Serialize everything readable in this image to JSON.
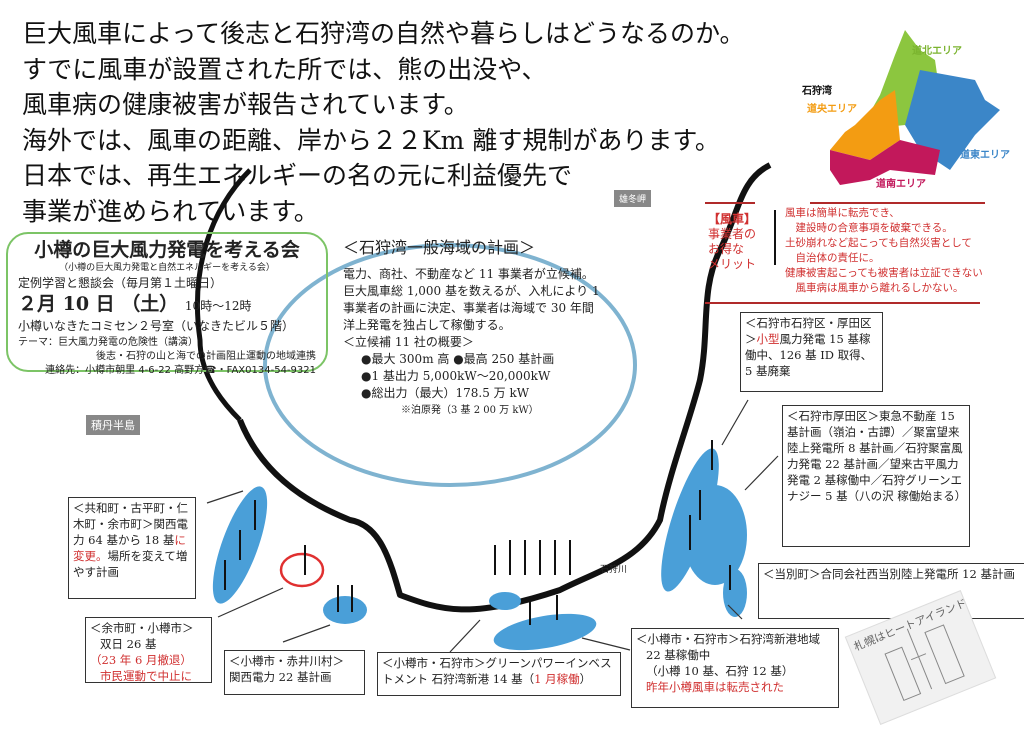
{
  "headline": [
    "巨大風車によって後志と石狩湾の自然や暮らしはどうなるのか。",
    "すでに風車が設置された所では、熊の出没や、",
    "風車病の健康被害が報告されています。",
    "海外では、風車の距離、岸から２２Km 離す規制があります。",
    "日本では、再生エネルギーの名の元に利益優先で",
    "事業が進められています。"
  ],
  "event": {
    "title": "小樽の巨大風力発電を考える会",
    "subtitle": "（小樽の巨大風力発電と自然エネルギーを考える会）",
    "meeting": "定例学習と懇談会（毎月第１土曜日）",
    "date": "２月 10 日 （土）",
    "time": "10時～12時",
    "venue": "小樽いなきたコミセン２号室（いなきたビル５階）",
    "theme": "テーマ：巨大風力発電の危険性（講演）",
    "org": "後志・石狩の山と海での計画阻止運動の地域連携",
    "contact": "連絡先：小樽市朝里 4-6-22 高野方☎・FAX0134-54-9321"
  },
  "plan": {
    "heading": "＜石狩湾一般海域の計画＞",
    "body": [
      "電力、商社、不動産など 11 事業者が立候補。",
      "巨大風車総 1,000 基を数えるが、入札により 1",
      "事業者の計画に決定、事業者は海域で 30 年間",
      "洋上発電を独占して稼働する。"
    ],
    "sub": "＜立候補 11 社の概要＞",
    "bullets": [
      "●最大 300m 高 ●最高 250 基計画",
      "●1 基出力 5,000kW～20,000kW",
      "●総出力（最大）178.5 万 kW"
    ],
    "note": "※泊原発（3 基 2 00 万 kW）"
  },
  "merit": {
    "label": [
      "【風車】",
      "事業者の",
      "お得な",
      "メリット"
    ],
    "points": [
      "風車は簡単に転売でき、",
      "　建設時の合意事項を破棄できる。",
      "土砂崩れなど起こっても自然災害として",
      "　自治体の責任に。",
      "健康被害起こっても被害者は立証できない",
      "　風車病は風車から離れるしかない。"
    ]
  },
  "map_labels": {
    "ishikari_bay": "石狩湾",
    "dohoku": "道北エリア",
    "doo": "道央エリア",
    "doto": "道東エリア",
    "donan": "道南エリア"
  },
  "place_tags": {
    "ofuyu": "雄冬岬",
    "shakotan": "積丹半島",
    "ishikari_river": "石狩川"
  },
  "boxes": {
    "ishikari_atsuta": {
      "a": "＜石狩市石狩区・厚田区＞",
      "red": "小型",
      "b": "風力発電 15 基稼働中、126 基 ID 取得、5 基廃棄"
    },
    "atsuta": "＜石狩市厚田区＞東急不動産 15 基計画（嶺泊・古譚）／聚富望来陸上発電所 8 基計画／石狩聚富風力発電 22 基計画／望来古平風力発電 2 基稼働中／石狩グリーンエナジー 5 基（八の沢 稼働始まる）",
    "tobetsu": "＜当別町＞合同会社西当別陸上発電所 12 基計画",
    "kyowa": {
      "a": "＜共和町・古平町・仁木町・余市町＞関西電力 64 基から 18 基",
      "red": "に変更。",
      "b": "場所を変えて増やす計画"
    },
    "yoichi": {
      "a": "＜余市町・小樽市＞",
      "b": "双日 26 基",
      "red1": "（23 年 6 月撤退）",
      "red2": "市民運動で中止に"
    },
    "akaigawa": {
      "a": "＜小樽市・赤井川村＞",
      "b": "関西電力 22 基計画"
    },
    "green": {
      "a": "＜小樽市・石狩市＞グリーンパワーインベストメント 石狩湾新港 14 基（",
      "red": "1 月稼働",
      "b": "）"
    },
    "shinko": {
      "a": "＜小樽市・石狩市＞石狩湾新港地域",
      "b": "22 基稼働中",
      "c": "（小樽 10 基、石狩 12 基）",
      "red": "昨年小樽風車は転売された"
    }
  },
  "sketch_caption": "札幌はヒートアイランド",
  "colors": {
    "accent_red": "#d03030",
    "sea_blue": "#4a9fd8",
    "frame_green": "#7cc466"
  }
}
